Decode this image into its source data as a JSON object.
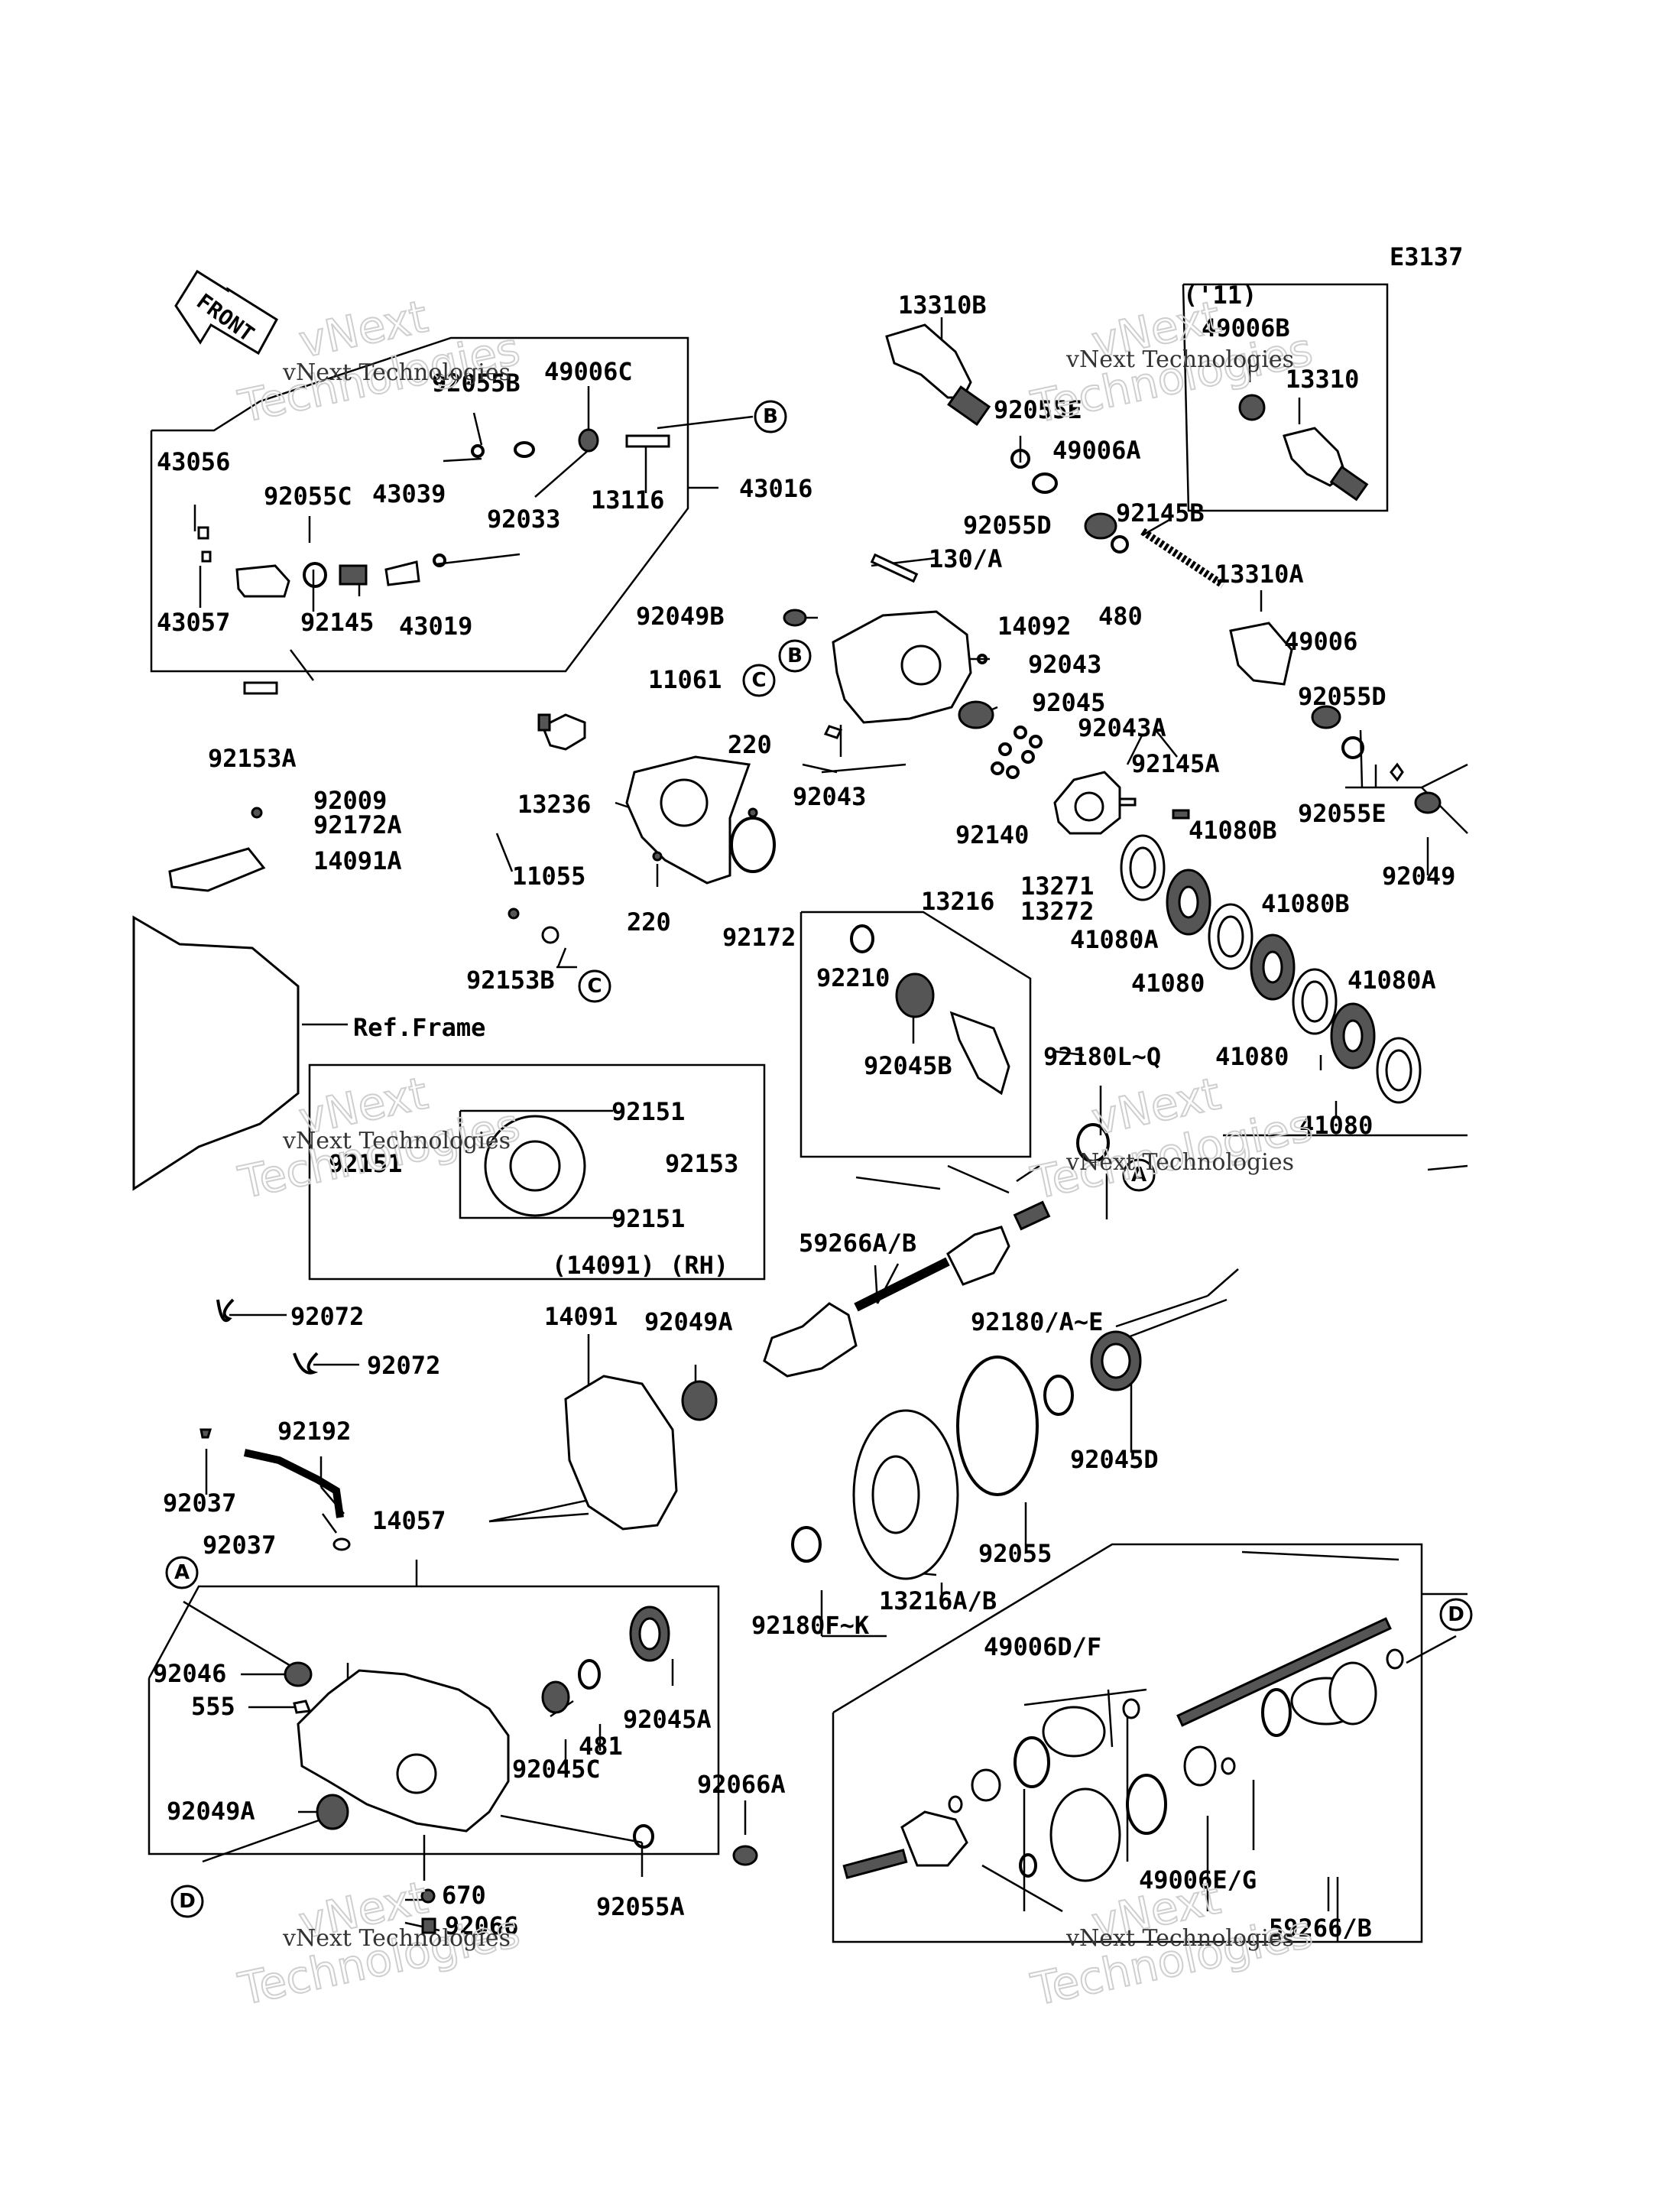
{
  "diagram_code": "E3137",
  "model_note": "('11)",
  "front_label": "FRONT",
  "watermark": {
    "line1": "vNext Technologies",
    "line2": "vNext",
    "line3": "Technologies"
  },
  "ref_frame_label": "Ref.Frame",
  "inset_caption": "(14091) (RH)",
  "callouts": {
    "A": "A",
    "B": "B",
    "C": "C",
    "D": "D"
  },
  "labels": {
    "l_13310B": "13310B",
    "l_92055B": "92055B",
    "l_49006C": "49006C",
    "l_43056": "43056",
    "l_92055C": "92055C",
    "l_43039": "43039",
    "l_92033": "92033",
    "l_13116": "13116",
    "l_43016": "43016",
    "l_43057": "43057",
    "l_92145": "92145",
    "l_43019": "43019",
    "l_92153A": "92153A",
    "l_92055E_top": "92055E",
    "l_49006A": "49006A",
    "l_92055D_top": "92055D",
    "l_49006B": "49006B",
    "l_13310": "13310",
    "l_92145B": "92145B",
    "l_130A": "130/A",
    "l_480": "480",
    "l_13310A": "13310A",
    "l_92049B": "92049B",
    "l_14092": "14092",
    "l_92043_a": "92043",
    "l_49006": "49006",
    "l_11061": "11061",
    "l_92045": "92045",
    "l_92055D_r": "92055D",
    "l_92043A": "92043A",
    "l_220_a": "220",
    "l_92145A": "92145A",
    "l_13236": "13236",
    "l_92043_b": "92043",
    "l_92140": "92140",
    "l_92055E_r": "92055E",
    "l_41080B_1": "41080B",
    "l_92049": "92049",
    "l_92009": "92009",
    "l_92172A": "92172A",
    "l_14091A": "14091A",
    "l_11055": "11055",
    "l_220_b": "220",
    "l_92172": "92172",
    "l_13216": "13216",
    "l_13271": "13271",
    "l_13272": "13272",
    "l_41080A_1": "41080A",
    "l_41080B_2": "41080B",
    "l_92153B": "92153B",
    "l_41080_1": "41080",
    "l_92210": "92210",
    "l_41080A_2": "41080A",
    "l_92045B": "92045B",
    "l_92180LQ": "92180L~Q",
    "l_41080_2": "41080",
    "l_41080_3": "41080",
    "l_92151_a": "92151",
    "l_92153": "92153",
    "l_92151_b": "92151",
    "l_92151_c": "92151",
    "l_59266AB": "59266A/B",
    "l_92072_a": "92072",
    "l_92072_b": "92072",
    "l_14091": "14091",
    "l_92049A_top": "92049A",
    "l_92180AE": "92180/A~E",
    "l_92192": "92192",
    "l_92045D": "92045D",
    "l_92037_a": "92037",
    "l_14057": "14057",
    "l_92055": "92055",
    "l_92037_b": "92037",
    "l_13216AB": "13216A/B",
    "l_92180FK": "92180F~K",
    "l_92046": "92046",
    "l_555": "555",
    "l_481": "481",
    "l_92045A": "92045A",
    "l_49006DF": "49006D/F",
    "l_92045C": "92045C",
    "l_92066A": "92066A",
    "l_92049A_bot": "92049A",
    "l_49006EG": "49006E/G",
    "l_670": "670",
    "l_92066": "92066",
    "l_92055A": "92055A",
    "l_59266B": "59266/B"
  }
}
